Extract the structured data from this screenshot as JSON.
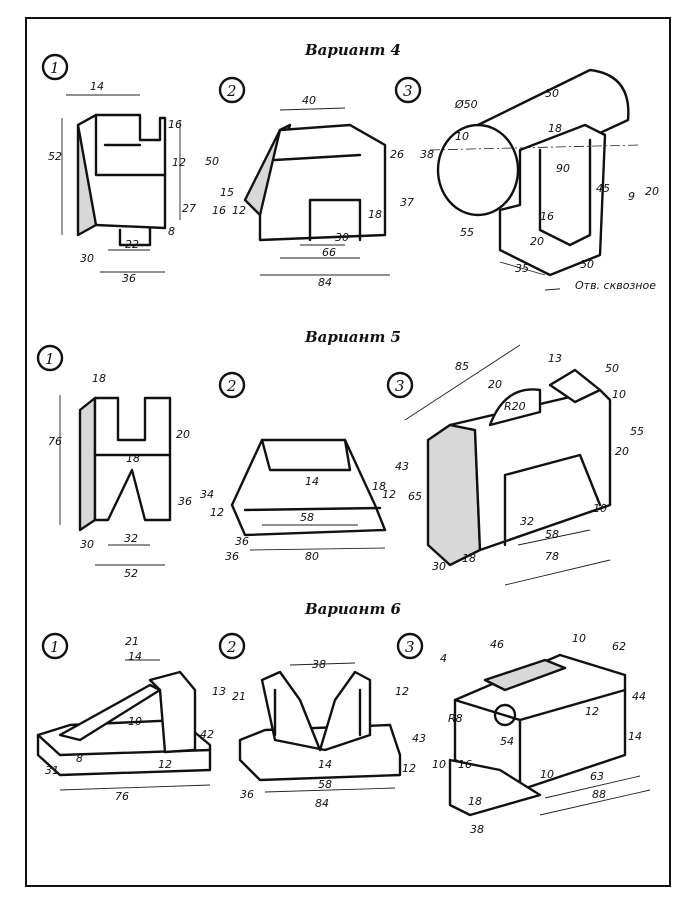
{
  "variants": [
    {
      "title": "Вариант 4",
      "parts": [
        {
          "number": "1",
          "dims": [
            "14",
            "16",
            "52",
            "12",
            "27",
            "8",
            "22",
            "30",
            "36"
          ]
        },
        {
          "number": "2",
          "dims": [
            "40",
            "50",
            "26",
            "15",
            "16",
            "12",
            "37",
            "18",
            "30",
            "66",
            "84"
          ]
        },
        {
          "number": "3",
          "dims": [
            "Ø50",
            "50",
            "10",
            "38",
            "18",
            "90",
            "45",
            "20",
            "9",
            "55",
            "16",
            "20",
            "35",
            "50"
          ],
          "note": "Отв. сквозное"
        }
      ]
    },
    {
      "title": "Вариант 5",
      "parts": [
        {
          "number": "1",
          "dims": [
            "18",
            "76",
            "20",
            "18",
            "36",
            "32",
            "30",
            "52"
          ]
        },
        {
          "number": "2",
          "dims": [
            "14",
            "34",
            "12",
            "36",
            "18",
            "43",
            "12",
            "58",
            "36",
            "80"
          ]
        },
        {
          "number": "3",
          "dims": [
            "85",
            "13",
            "50",
            "20",
            "R20",
            "10",
            "55",
            "20",
            "65",
            "32",
            "58",
            "10",
            "30",
            "18",
            "78"
          ]
        }
      ]
    },
    {
      "title": "Вариант 6",
      "parts": [
        {
          "number": "1",
          "dims": [
            "21",
            "14",
            "13",
            "10",
            "42",
            "8",
            "12",
            "31",
            "76"
          ]
        },
        {
          "number": "2",
          "dims": [
            "38",
            "21",
            "12",
            "43",
            "14",
            "12",
            "58",
            "36",
            "84"
          ]
        },
        {
          "number": "3",
          "dims": [
            "46",
            "10",
            "62",
            "4",
            "R8",
            "12",
            "44",
            "54",
            "14",
            "10",
            "16",
            "10",
            "63",
            "18",
            "88",
            "38"
          ]
        }
      ]
    }
  ]
}
